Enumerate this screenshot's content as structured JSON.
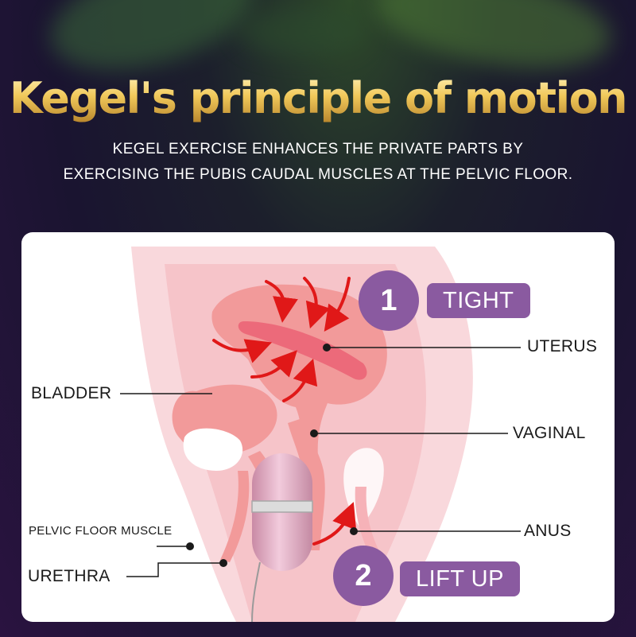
{
  "header": {
    "title": "Kegel's principle of motion",
    "subtitle_line1": "KEGEL EXERCISE ENHANCES THE PRIVATE PARTS BY",
    "subtitle_line2": "EXERCISING THE PUBIS CAUDAL MUSCLES AT THE PELVIC FLOOR."
  },
  "labels": {
    "uterus": "UTERUS",
    "bladder": "BLADDER",
    "vaginal": "VAGINAL",
    "anus": "ANUS",
    "pelvic_floor_muscle": "PELVIC FLOOR MUSCLE",
    "urethra": "URETHRA"
  },
  "steps": [
    {
      "number": "1",
      "label": "TIGHT"
    },
    {
      "number": "2",
      "label": "LIFT UP"
    }
  ],
  "colors": {
    "badge": "#8a5aa0",
    "arrow": "#e01818",
    "title_gold": "#f1c95b",
    "organ": "#f29a9a",
    "device": "#e7b5c8"
  }
}
